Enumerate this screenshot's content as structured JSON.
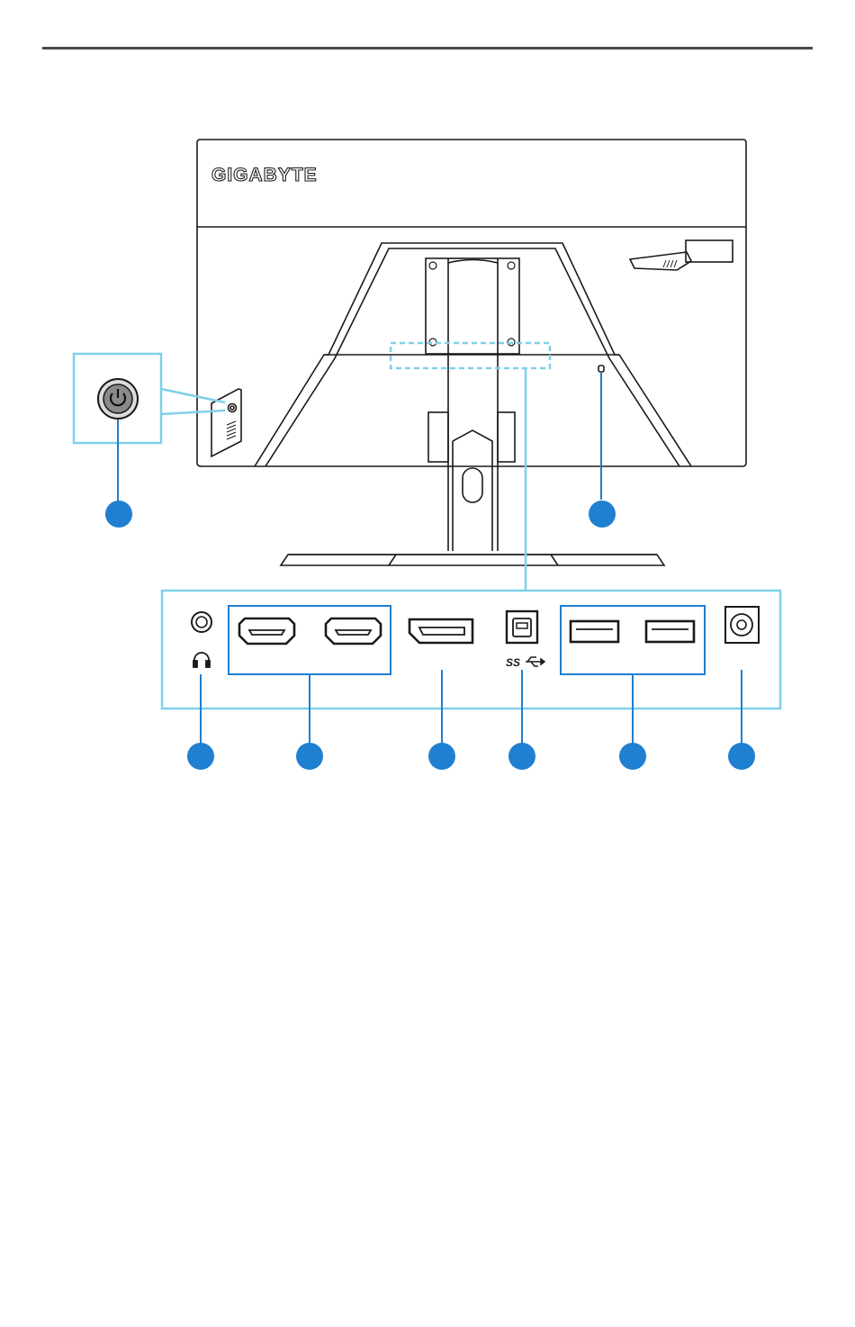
{
  "brand": {
    "logo_text": "GIGABYTE"
  },
  "colors": {
    "callout": "#1f7fd0",
    "highlight": "#7fd0ea",
    "line": "#1a1a1a"
  },
  "icons": [
    "power-icon",
    "headphone-icon",
    "usb-superspeed-icon",
    "hdmi-port",
    "displayport-port",
    "usb-a-port",
    "usb-b-port",
    "dc-in-port",
    "lock-slot"
  ],
  "usb_label": "SS",
  "callouts": [
    {
      "id": "power",
      "label": ""
    },
    {
      "id": "lock",
      "label": ""
    },
    {
      "id": "headphone",
      "label": ""
    },
    {
      "id": "hdmi",
      "label": ""
    },
    {
      "id": "dp",
      "label": ""
    },
    {
      "id": "usb-up",
      "label": ""
    },
    {
      "id": "usb-down",
      "label": ""
    },
    {
      "id": "dc-in",
      "label": ""
    }
  ]
}
